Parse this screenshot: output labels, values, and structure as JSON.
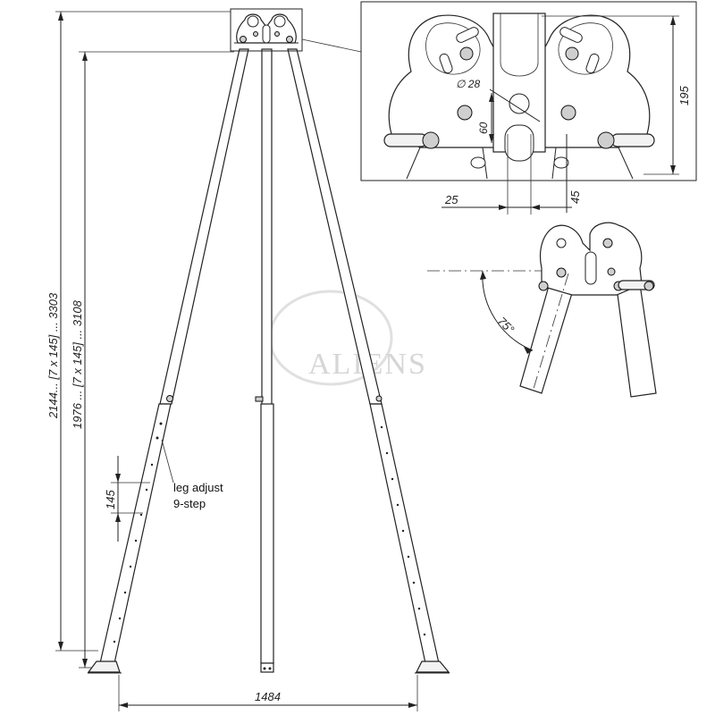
{
  "dimensions": {
    "height_extended": "2144... [7 x 145] ... 3303",
    "height_working": "1976 ... [7 x 145] ... 3108",
    "step": "145",
    "base_width": "1484",
    "hole_diameter": "∅ 28",
    "head_height": "195",
    "slot_height": "60",
    "slot_offset": "25",
    "slot_width": "45",
    "leg_angle": "75°"
  },
  "annotations": {
    "leg_adjust_line1": "leg adjust",
    "leg_adjust_line2": "9-step"
  },
  "watermark": {
    "brand": "ALIENS"
  },
  "colors": {
    "line": "#222222",
    "background": "#ffffff",
    "watermark": "#d6d6d6"
  }
}
